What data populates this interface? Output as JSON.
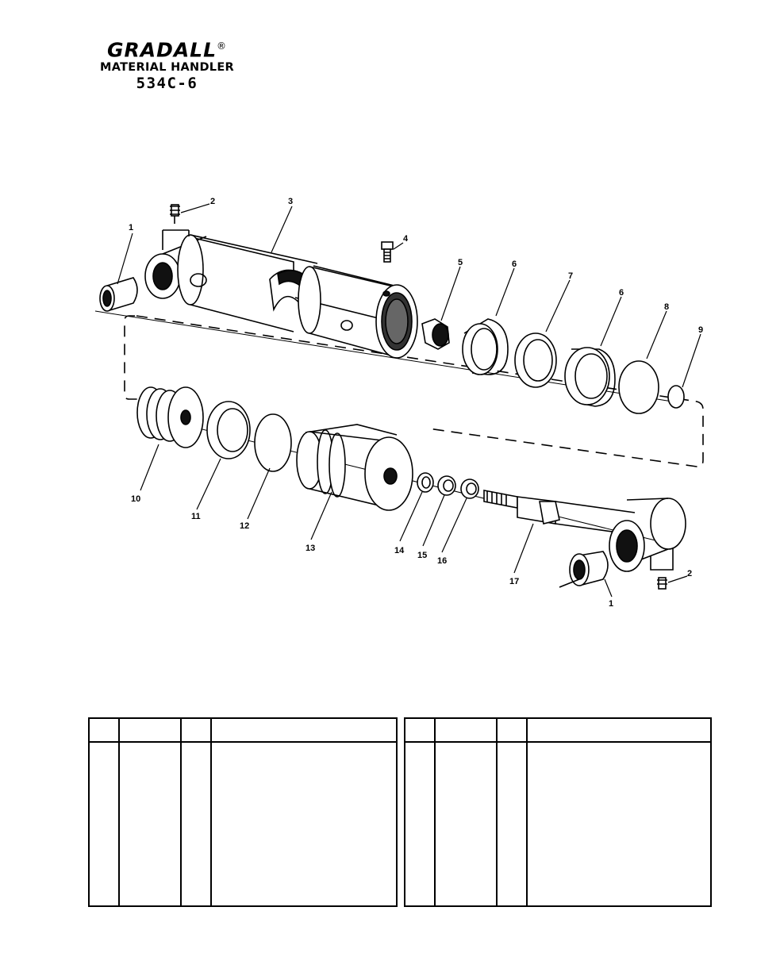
{
  "header": {
    "brand": "GRADALL",
    "registered_mark": "®",
    "subtitle": "MATERIAL HANDLER",
    "model": "534C-6"
  },
  "diagram": {
    "callouts": {
      "c1a": "1",
      "c2a": "2",
      "c3": "3",
      "c4": "4",
      "c5": "5",
      "c6a": "6",
      "c7": "7",
      "c6b": "6",
      "c8": "8",
      "c9": "9",
      "c10": "10",
      "c11": "11",
      "c12": "12",
      "c13": "13",
      "c14": "14",
      "c15": "15",
      "c16": "16",
      "c17": "17",
      "c1b": "1",
      "c2b": "2"
    }
  },
  "tables": {
    "left": {
      "headers": [
        "",
        "",
        "",
        ""
      ]
    },
    "right": {
      "headers": [
        "",
        "",
        "",
        ""
      ]
    }
  }
}
